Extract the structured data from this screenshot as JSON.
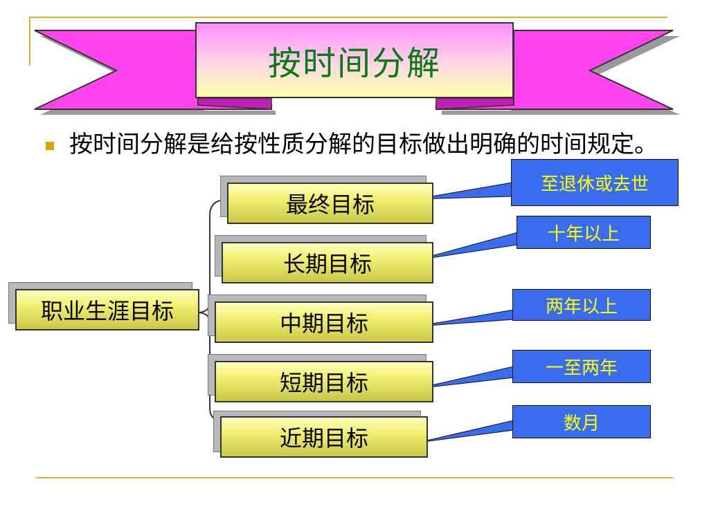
{
  "title": "按时间分解",
  "bullet_text": "按时间分解是给按性质分解的目标做出明确的时间规定。",
  "root": "职业生涯目标",
  "goals": [
    {
      "label": "最终目标",
      "note": "至退休或去世"
    },
    {
      "label": "长期目标",
      "note": "十年以上"
    },
    {
      "label": "中期目标",
      "note": "两年以上"
    },
    {
      "label": "短期目标",
      "note": "一至两年"
    },
    {
      "label": "近期目标",
      "note": "数月"
    }
  ],
  "colors": {
    "ribbon": "#ff44ee",
    "title_text": "#0a7a16",
    "node_fill": "#f2ee70",
    "callout_fill": "#3a6cf0",
    "callout_text": "#ffff00",
    "accent_line": "#e0b030",
    "bullet": "#d8a800"
  }
}
